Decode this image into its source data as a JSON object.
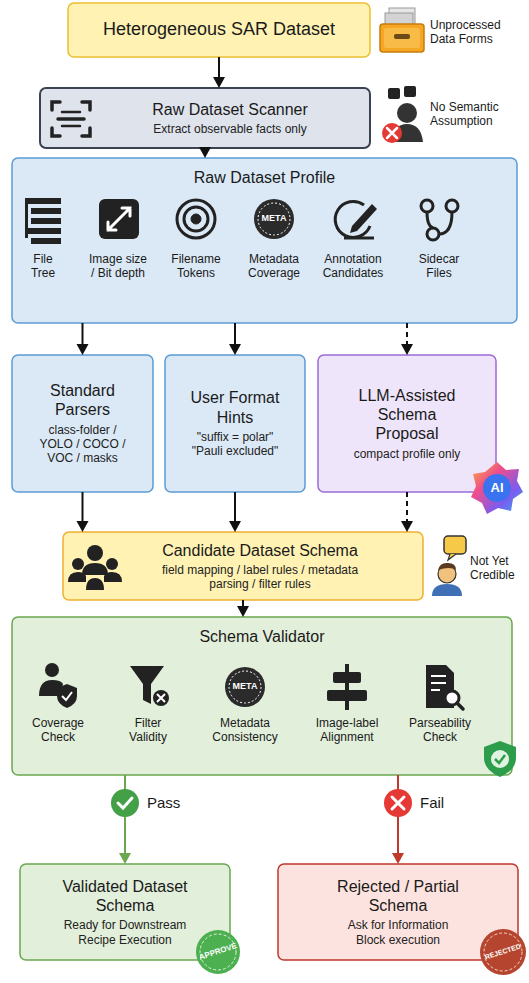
{
  "diagram": {
    "nodes": [
      {
        "text": [
          "Heterogeneous SAR Dataset"
        ]
      },
      {
        "text": [
          "Raw Dataset Scanner",
          "Extract observable facts only"
        ]
      },
      {
        "text": [
          "Raw Dataset Profile"
        ]
      },
      {
        "text": [
          "File Tree"
        ],
        "in": 2
      },
      {
        "text": [
          "Image size / Bit depth"
        ],
        "in": 2
      },
      {
        "text": [
          "Filename Tokens"
        ],
        "in": 2
      },
      {
        "text": [
          "Metadata Coverage"
        ],
        "in": 2
      },
      {
        "text": [
          "Annotation Candidates"
        ],
        "in": 2
      },
      {
        "text": [
          "Sidecar Files"
        ],
        "in": 2
      },
      {
        "text": [
          "Standard Parsers",
          "class-folder / YOLO / COCO / VOC / masks"
        ]
      },
      {
        "text": [
          "User Format Hints",
          "\"suffix = polar\"",
          "\"Pauli excluded\""
        ]
      },
      {
        "text": [
          "LLM-Assisted Schema Proposal",
          "compact profile only"
        ]
      },
      {
        "text": [
          "Candidate Dataset Schema",
          "field mapping / label rules / metadata parsing / filter rules"
        ]
      },
      {
        "text": [
          "Schema Validator"
        ]
      },
      {
        "text": [
          "Coverage Check"
        ],
        "in": 13
      },
      {
        "text": [
          "Filter Validity"
        ],
        "in": 13
      },
      {
        "text": [
          "Metadata Consistency"
        ],
        "in": 13
      },
      {
        "text": [
          "Image-label Alignment"
        ],
        "in": 13
      },
      {
        "text": [
          "Parseability Check"
        ],
        "in": 13
      },
      {
        "text": [
          "Validated Dataset Schema",
          "Ready for Downstream Recipe Execution"
        ]
      },
      {
        "text": [
          "Rejected / Partial Schema",
          "Ask for Information",
          "Block execution"
        ]
      }
    ],
    "edges": [
      {
        "from": 0,
        "to": 1,
        "arrow": "to"
      },
      {
        "from": 1,
        "to": 2,
        "arrow": "to"
      },
      {
        "from": 2,
        "to": 9,
        "arrow": "to"
      },
      {
        "from": 2,
        "to": 10,
        "arrow": "to"
      },
      {
        "from": 2,
        "to": 11,
        "arrow": "to"
      },
      {
        "from": 9,
        "to": 12,
        "arrow": "to"
      },
      {
        "from": 10,
        "to": 12,
        "arrow": "to"
      },
      {
        "from": 11,
        "to": 12,
        "arrow": "to"
      },
      {
        "from": 12,
        "to": 13,
        "arrow": "to"
      },
      {
        "from": 13,
        "to": 19,
        "label": "Pass",
        "arrow": "to"
      },
      {
        "from": 13,
        "to": 20,
        "label": "Fail",
        "arrow": "to"
      }
    ],
    "labels": [
      "Unprocessed Data Forms",
      "No Semantic Assumption",
      "META",
      "AI",
      "Not Yet Credible",
      "META",
      "APPROVE",
      "REJECTED"
    ]
  }
}
